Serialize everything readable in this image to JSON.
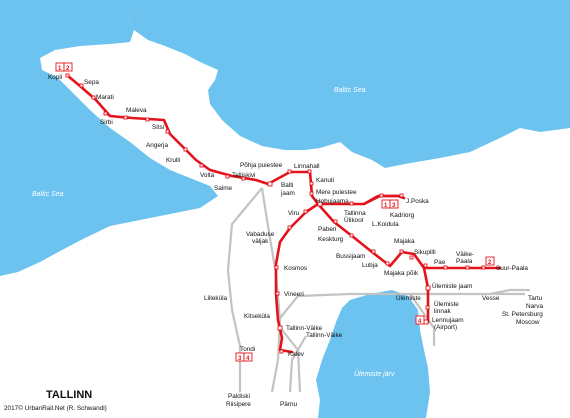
{
  "map": {
    "colors": {
      "water": "#6cc3ef",
      "tram": "#e3121b",
      "rail": "#c3c3c3",
      "land": "#ffffff"
    },
    "water_labels": [
      "Baltic Sea",
      "Baltic Sea",
      "Ülemiste järv"
    ],
    "stations": {
      "kopli": "Kopli",
      "sepa": "Sepa",
      "marati": "Marati",
      "sirbi": "Sirbi",
      "maleva": "Maleva",
      "sitsi": "Sitsi",
      "angerja": "Angerja",
      "krulli": "Krulli",
      "volta": "Volta",
      "salme": "Salme",
      "telliskivi": "Telliskivi",
      "balti_jaam": "Balti",
      "balti_jaam2": "jaam",
      "pohja": "Põhja puiestee",
      "linnahall": "Linnahall",
      "kanuti": "Kanuti",
      "mere": "Mere puiestee",
      "hobujaama": "Hobujaama",
      "viru": "Viru",
      "jposka": "J.Poska",
      "kadriorg": "Kadriorg",
      "tallinna_ylikool": "Tallinna",
      "tallinna_ylikool2": "Ülikool",
      "lkoidula": "L.Koidula",
      "paberi": "Paberi",
      "keskturg": "Keskturg",
      "bussijaam": "Bussijaam",
      "lubja": "Lubja",
      "majaka": "Majaka",
      "majaka_poik": "Majaka põik",
      "sikupilli": "Sikupilli",
      "pae": "Pae",
      "valke_paala": "Väike-",
      "valke_paala2": "Paala",
      "suur_paala": "Suur-Paala",
      "ylemiste_jaam": "Ülemiste jaam",
      "ylemiste": "Ülemiste",
      "ylemiste_linnak": "Ülemiste",
      "ylemiste_linnak2": "linnak",
      "lennujaam": "Lennujaam",
      "lennujaam2": "(Airport)",
      "vesse": "Vesse",
      "vabaduse": "Vabaduse",
      "vabaduse2": "väljak",
      "kosmos": "Kosmos",
      "vineeri": "Vineeri",
      "lillekyla": "Lilleküla",
      "kitsekyla": "Kitseküla",
      "tallinn_valke": "Tallinn-Väike",
      "tallinn_valke2": "Tallinn-Väike",
      "tondi": "Tondi",
      "kalev": "Kalev",
      "paldiski": "Paldiski",
      "riisipere": "Riisipere",
      "parnu": "Pärnu",
      "tartu": "Tartu",
      "narva": "Narva",
      "st_petersburg": "St. Petersburg",
      "moscow": "Moscow"
    },
    "badges": {
      "kopli": [
        "1",
        "2"
      ],
      "jposka": [
        "1",
        "3"
      ],
      "suur_paala": [
        "2"
      ],
      "lennujaam": [
        "4"
      ],
      "tondi": [
        "3",
        "4"
      ]
    },
    "title": "TALLINN",
    "credit": "2017© UrbanRail.Net (R. Schwandl)"
  }
}
